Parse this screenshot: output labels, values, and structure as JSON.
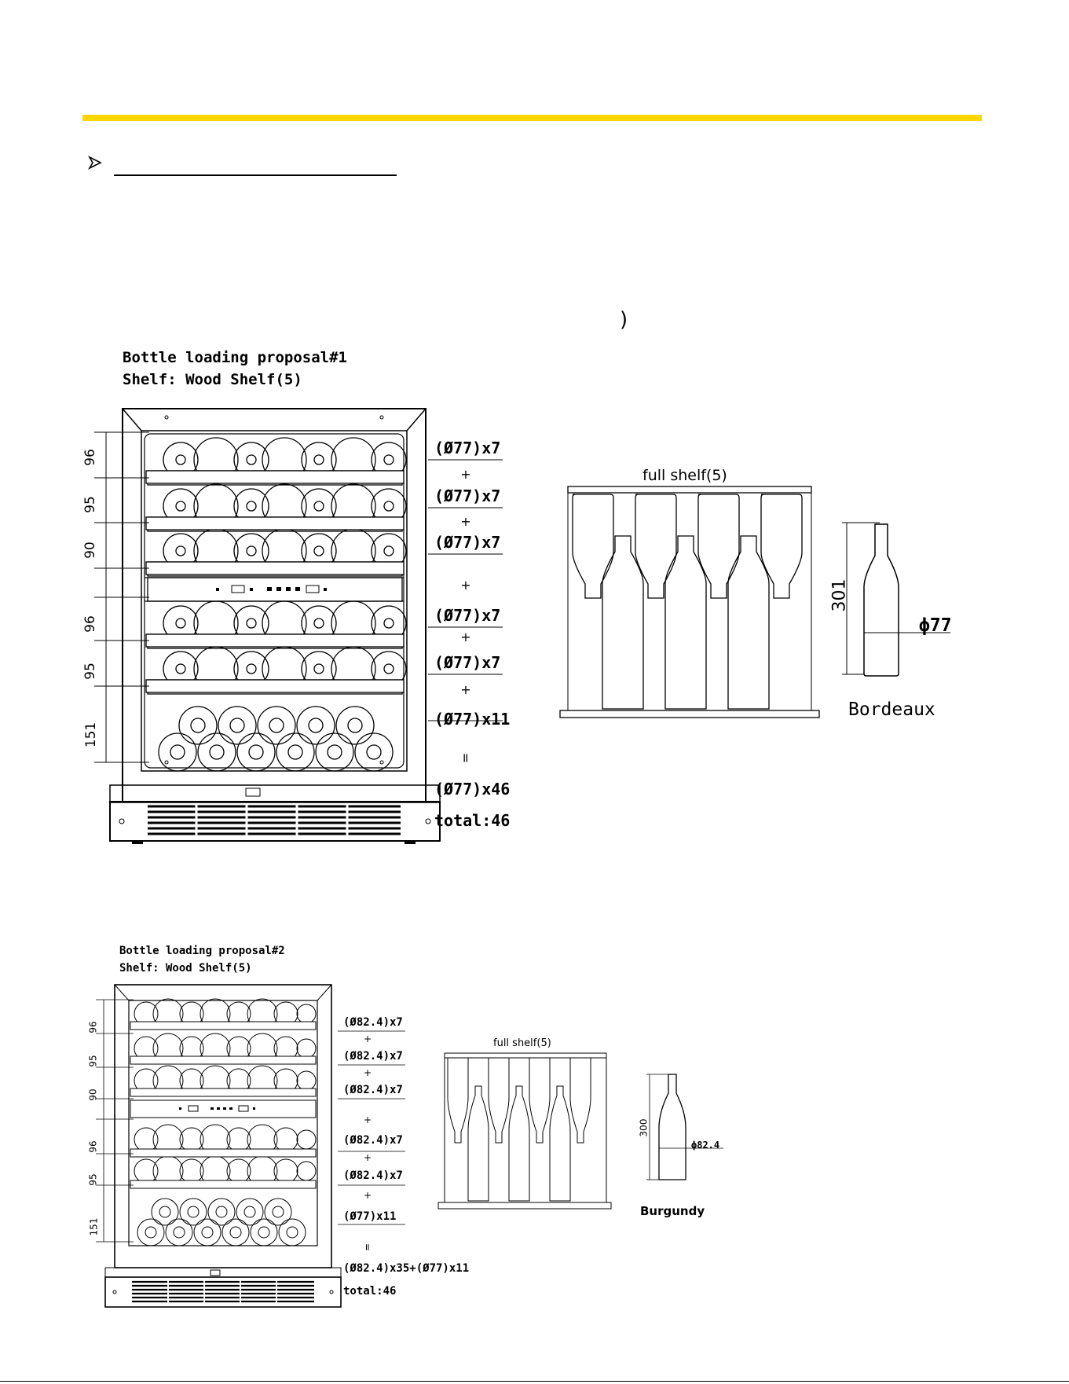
{
  "header_bar_color": "#ffd700",
  "stray_paren": ")",
  "proposal1": {
    "title": "Bottle loading proposal#1",
    "shelf": "Shelf: Wood Shelf(5)",
    "dims": [
      "96",
      "95",
      "90",
      "96",
      "95",
      "151"
    ],
    "rows": [
      "(Ø77)x7",
      "(Ø77)x7",
      "(Ø77)x7",
      "(Ø77)x7",
      "(Ø77)x7",
      "(Ø77)x11"
    ],
    "plus": "+",
    "equals": "=",
    "sum": "(Ø77)x46",
    "total": "total:46",
    "shelf_label": "full shelf(5)",
    "bottle_height": "301",
    "bottle_diameter": "ϕ77",
    "bottle_name": "Bordeaux"
  },
  "proposal2": {
    "title": "Bottle loading proposal#2",
    "shelf": "Shelf: Wood Shelf(5)",
    "dims": [
      "96",
      "95",
      "90",
      "96",
      "95",
      "151"
    ],
    "rows": [
      "(Ø82.4)x7",
      "(Ø82.4)x7",
      "(Ø82.4)x7",
      "(Ø82.4)x7",
      "(Ø82.4)x7",
      "(Ø77)x11"
    ],
    "plus": "+",
    "equals": "=",
    "sum": "(Ø82.4)x35+(Ø77)x11",
    "total": "total:46",
    "shelf_label": "full shelf(5)",
    "bottle_height": "300",
    "bottle_diameter": "ϕ82.4",
    "bottle_name": "Burgundy"
  }
}
